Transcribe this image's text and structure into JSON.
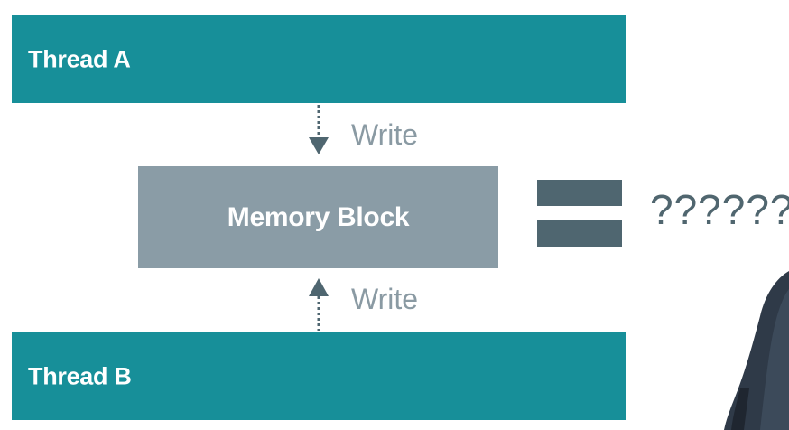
{
  "thread_a": {
    "label": "Thread A"
  },
  "thread_b": {
    "label": "Thread B"
  },
  "memory_block": {
    "label": "Memory Block"
  },
  "write_top": {
    "label": "Write"
  },
  "write_bottom": {
    "label": "Write"
  },
  "result": {
    "text": "??????"
  },
  "colors": {
    "thread": "#178f99",
    "memory": "#8a9ca6",
    "equals": "#4f6670",
    "arrow": "#4f6670",
    "write_text": "#8a9aa3"
  }
}
